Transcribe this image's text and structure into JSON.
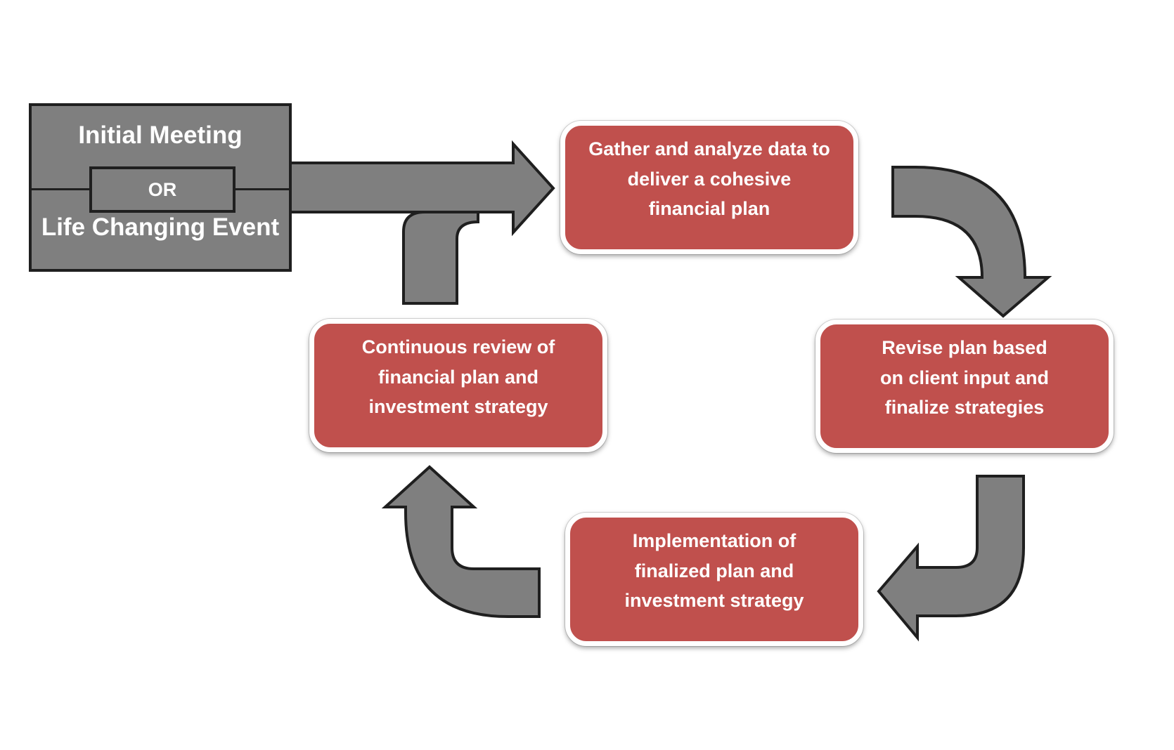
{
  "start": {
    "top_label": "Initial Meeting",
    "or_label": "OR",
    "bottom_label": "Life Changing Event"
  },
  "steps": [
    {
      "text": "Gather and analyze data to\ndeliver a cohesive\nfinancial plan"
    },
    {
      "text": "Revise plan based\non client input and\nfinalize strategies"
    },
    {
      "text": "Implementation of\nfinalized plan and\ninvestment strategy"
    },
    {
      "text": "Continuous review of\nfinancial plan and\ninvestment strategy"
    }
  ],
  "colors": {
    "step_fill": "#c0504d",
    "arrow_fill": "#7f7f7f",
    "outline": "#1f1f1f",
    "text": "#ffffff"
  }
}
